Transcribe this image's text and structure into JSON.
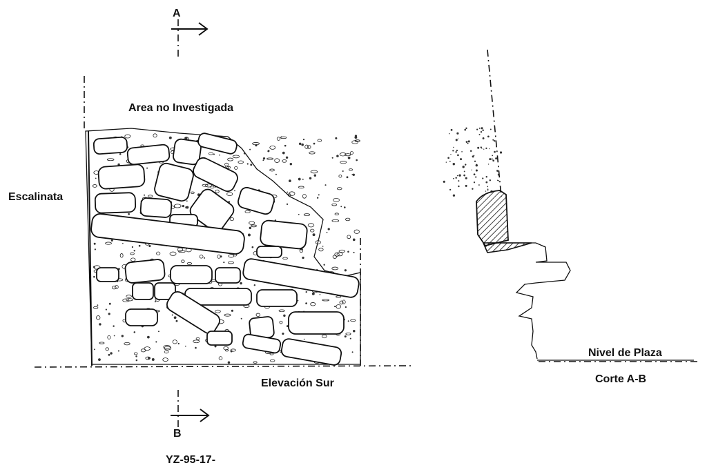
{
  "labels": {
    "section_top_marker": "A",
    "section_bottom_marker": "B",
    "unexplored_area": "Area no Investigada",
    "staircase": "Escalinata",
    "south_elevation": "Elevación Sur",
    "plaza_level": "Nivel de Plaza",
    "section_cut": "Corte A-B",
    "catalog_id": "YZ-95-17-"
  }
}
